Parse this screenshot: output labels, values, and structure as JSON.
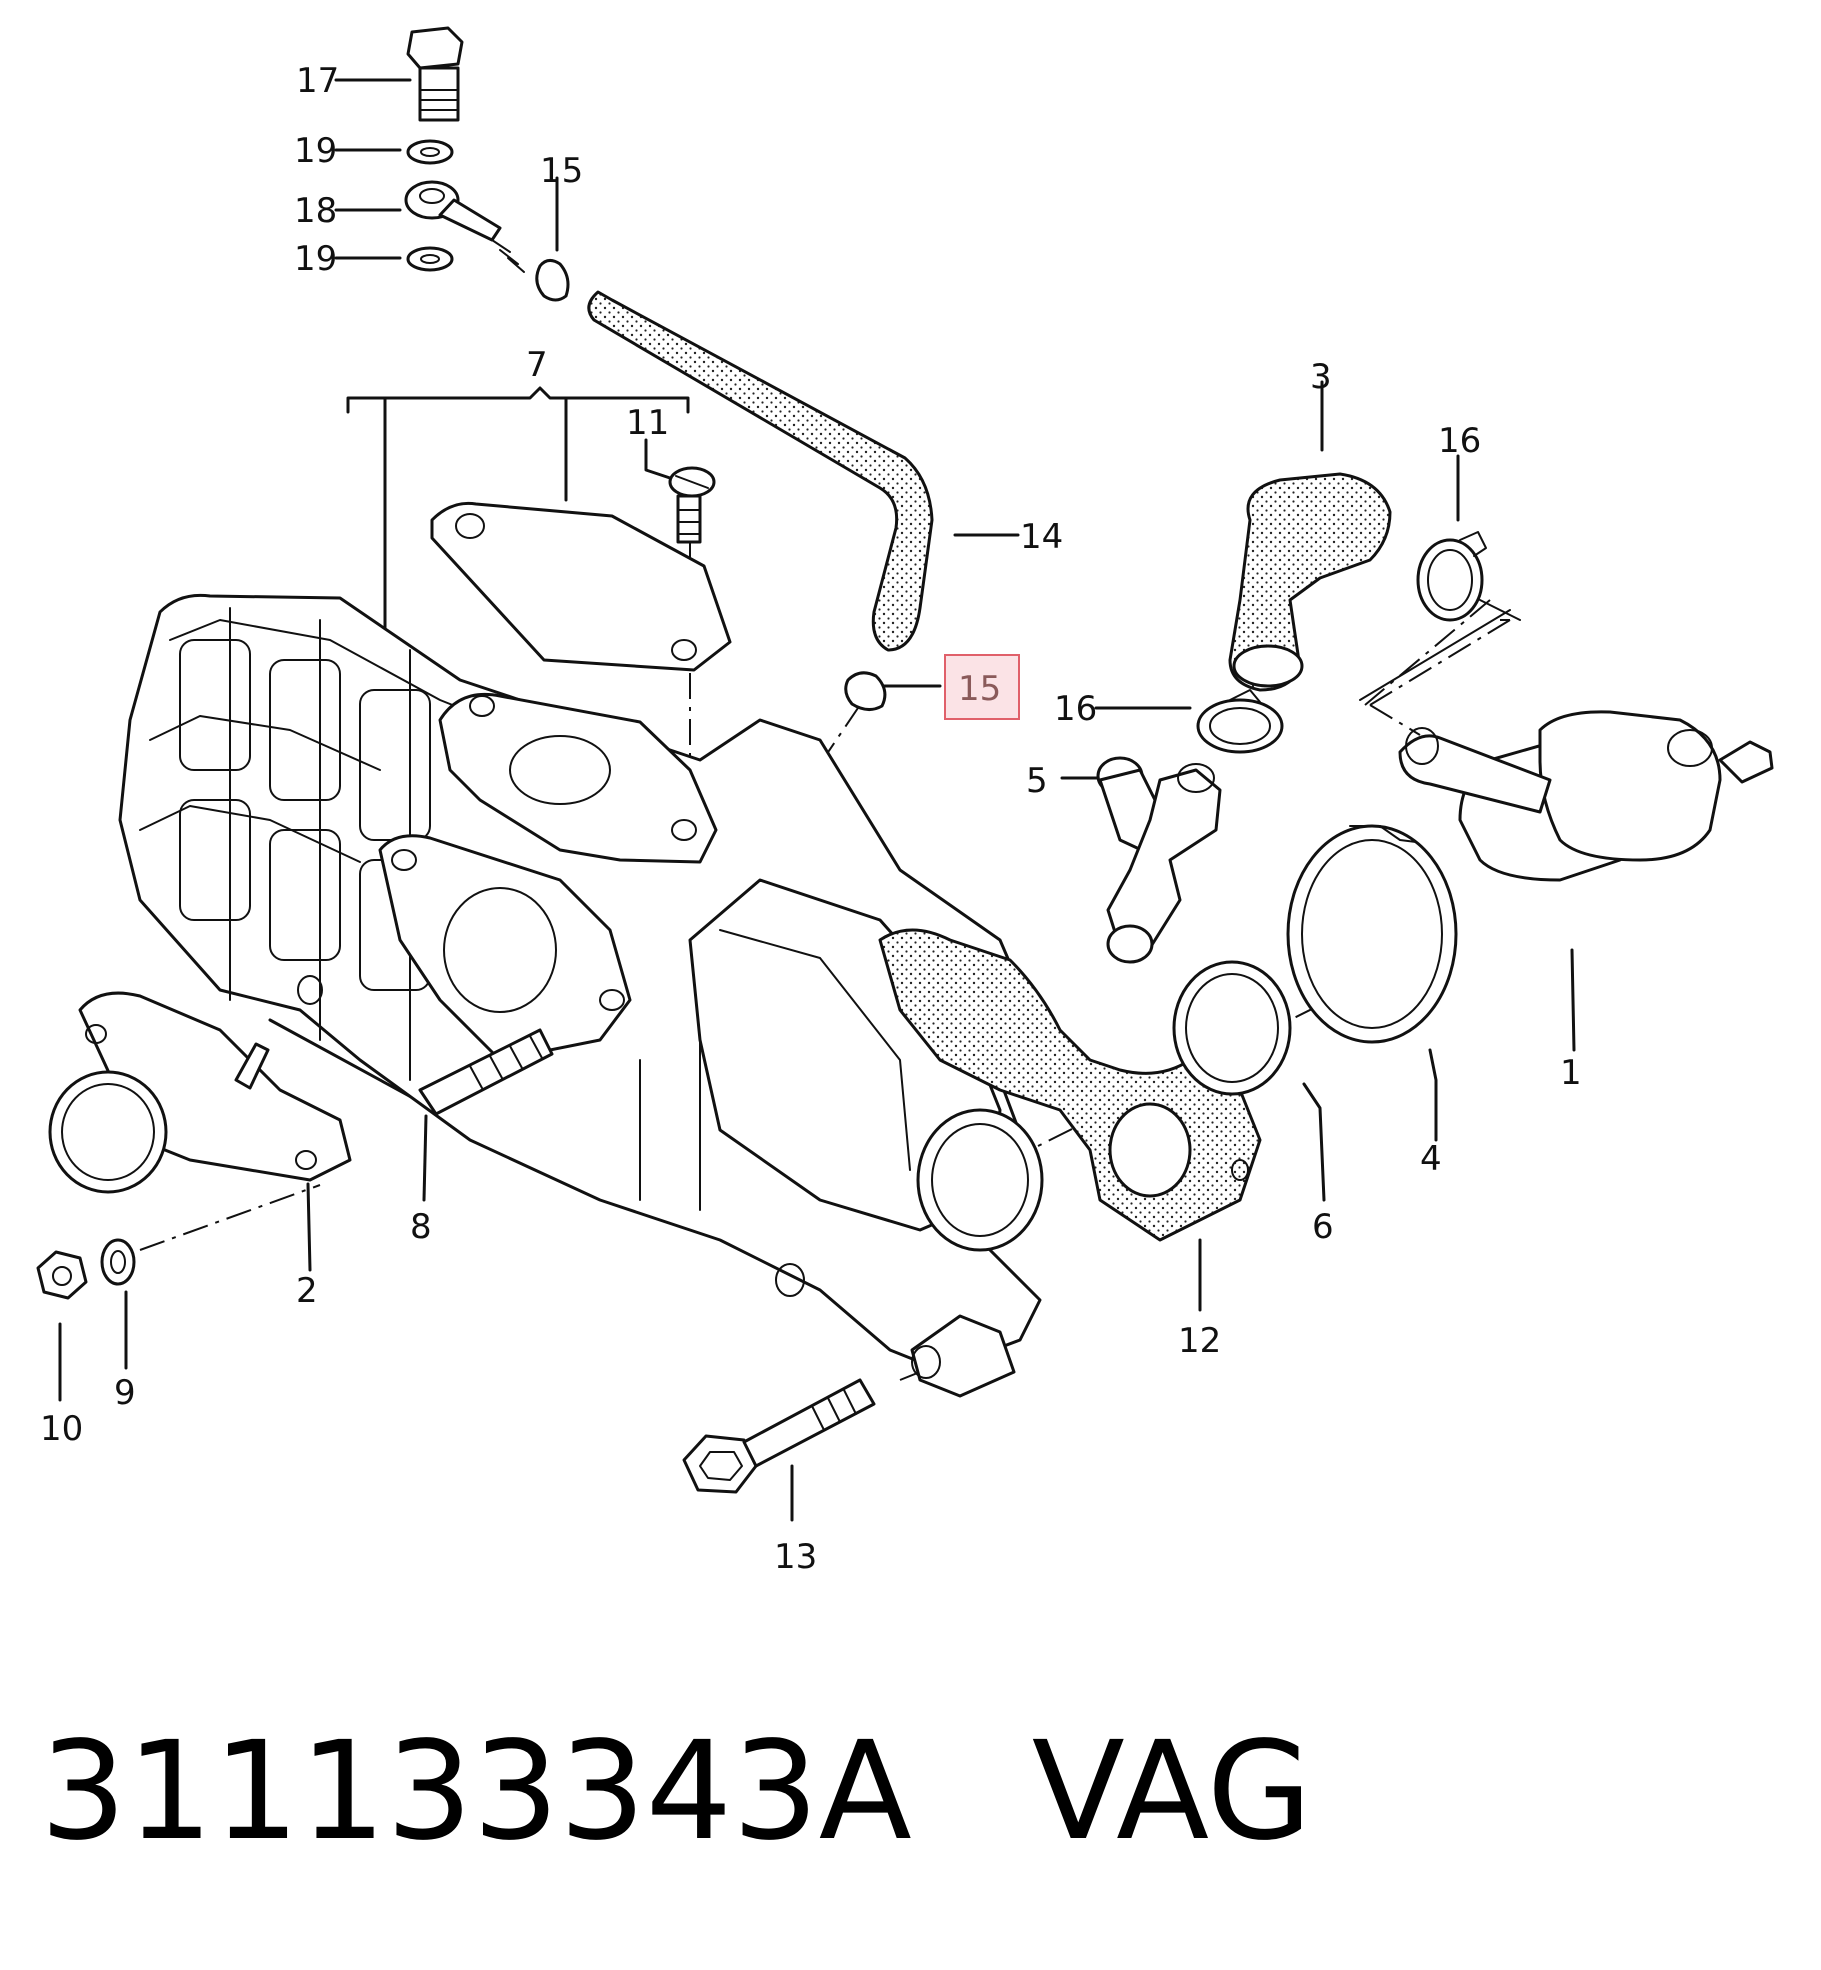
{
  "callouts": {
    "c1": "1",
    "c2": "2",
    "c3": "3",
    "c4": "4",
    "c5": "5",
    "c6": "6",
    "c7": "7",
    "c8": "8",
    "c9": "9",
    "c10": "10",
    "c11": "11",
    "c12": "12",
    "c13": "13",
    "c14": "14",
    "c15_top": "15",
    "c15_highlight": "15",
    "c16_top": "16",
    "c16_mid": "16",
    "c17": "17",
    "c18": "18",
    "c19_upper": "19",
    "c19_lower": "19"
  },
  "highlight": {
    "color": "#e0606a",
    "fill": "#fbe3e6",
    "text_color": "#8a5a5a"
  },
  "footer": {
    "part_number": "311133343A",
    "brand": "VAG"
  }
}
